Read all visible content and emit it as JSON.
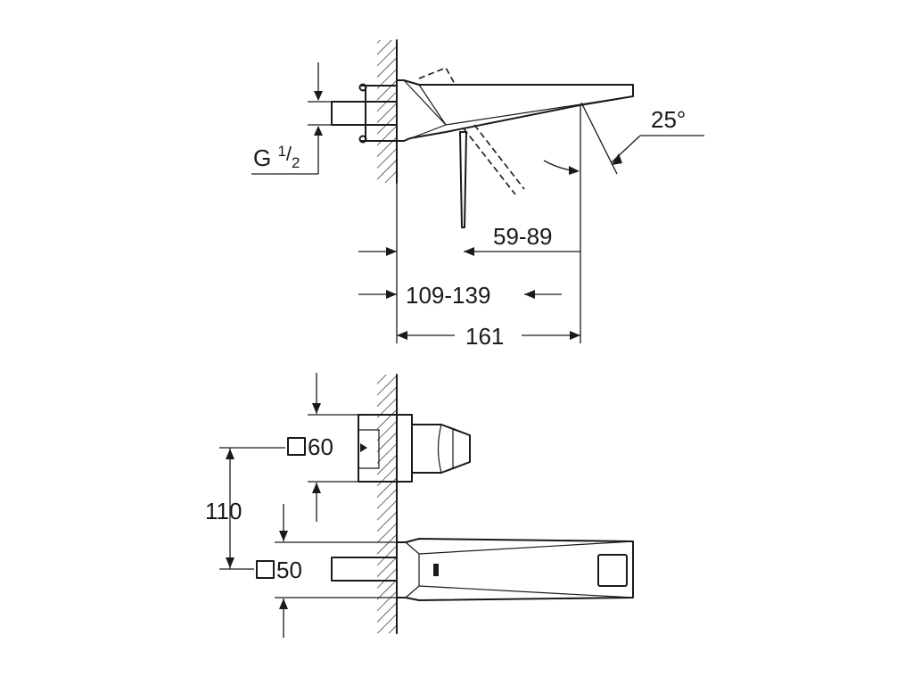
{
  "labels": {
    "thread_main": "G ",
    "thread_num": "1",
    "thread_slash": "/",
    "thread_den": "2",
    "angle": "25°",
    "reach_range": "59-89",
    "projection_range": "109-139",
    "total_length": "161",
    "square_top": "60",
    "spacing": "110",
    "square_bottom": "50"
  }
}
